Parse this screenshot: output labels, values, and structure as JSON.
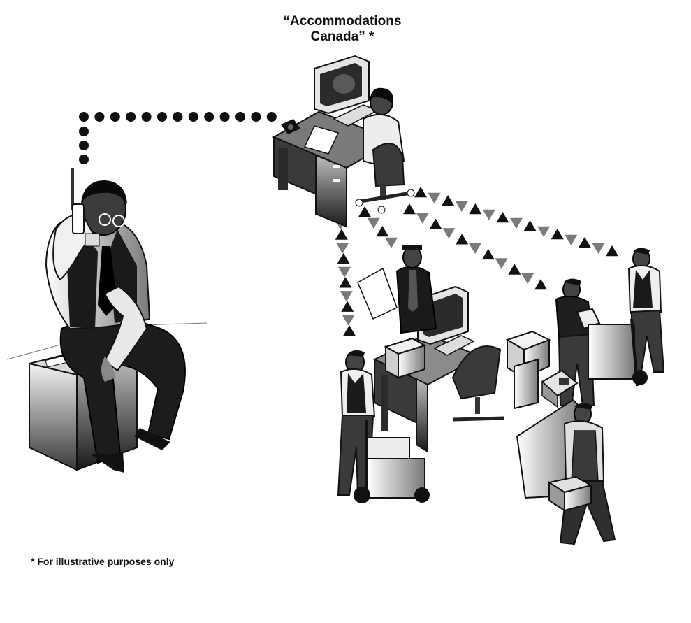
{
  "diagram": {
    "title_line1": "“Accommodations",
    "title_line2": "Canada” *",
    "footnote": "* For illustrative purposes only"
  },
  "colors": {
    "ink": "#111111",
    "dark_gray": "#3a3a3a",
    "mid_gray": "#8a8a8a",
    "light_gray": "#d9d9d9",
    "paper": "#ffffff"
  },
  "icons": {
    "caller": "person-on-phone-icon",
    "agency": "office-desk-computer-icon",
    "providers": "service-workers-icon"
  }
}
